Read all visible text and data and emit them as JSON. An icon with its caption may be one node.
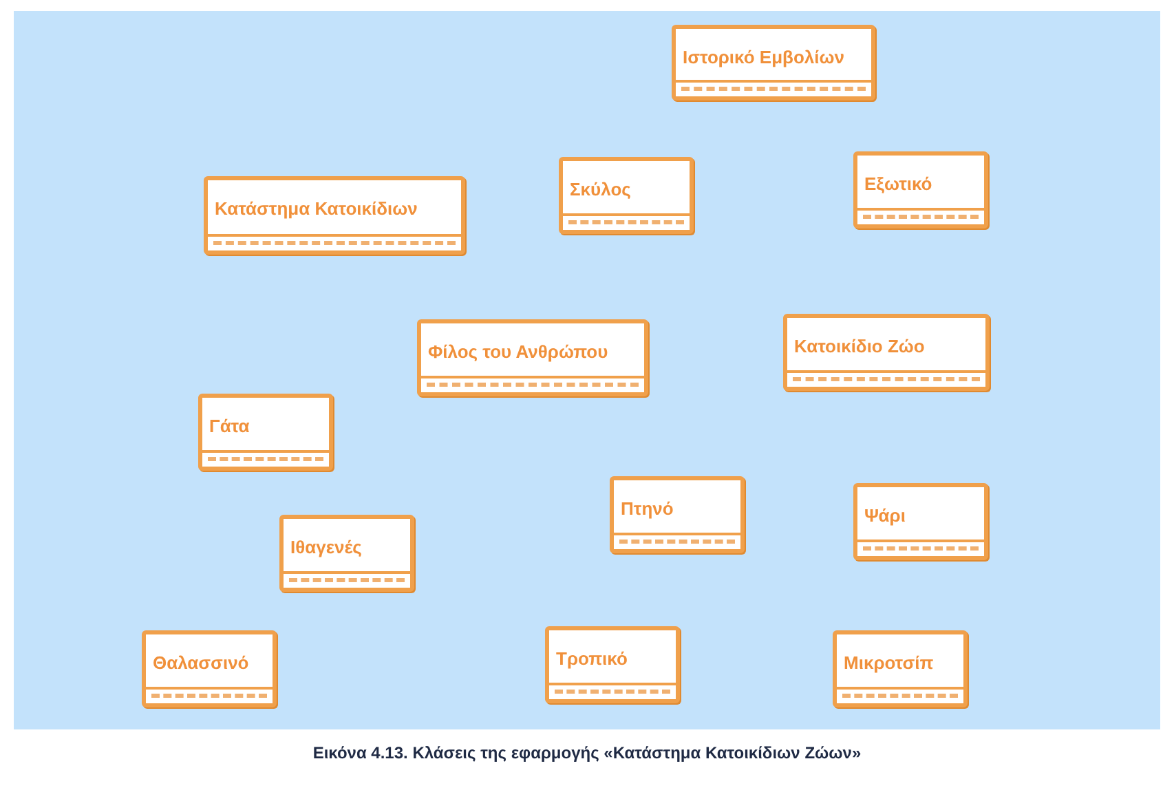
{
  "diagram": {
    "caption": "Εικόνα 4.13. Κλάσεις της εφαρμογής «Κατάστημα Κατοικίδιων Ζώων»",
    "nodes": [
      {
        "text": [
          "Ιστορικό Εμβολίων"
        ]
      },
      {
        "text": [
          "Κατάστημα Κατοικίδιων"
        ]
      },
      {
        "text": [
          "Σκύλος"
        ]
      },
      {
        "text": [
          "Εξωτικό"
        ]
      },
      {
        "text": [
          "Φίλος του Ανθρώπου"
        ]
      },
      {
        "text": [
          "Κατοικίδιο Ζώο"
        ]
      },
      {
        "text": [
          "Γάτα"
        ]
      },
      {
        "text": [
          "Ιθαγενές"
        ]
      },
      {
        "text": [
          "Πτηνό"
        ]
      },
      {
        "text": [
          "Ψάρι"
        ]
      },
      {
        "text": [
          "Θαλασσινό"
        ]
      },
      {
        "text": [
          "Τροπικό"
        ]
      },
      {
        "text": [
          "Μικροτσίπ"
        ]
      }
    ]
  }
}
